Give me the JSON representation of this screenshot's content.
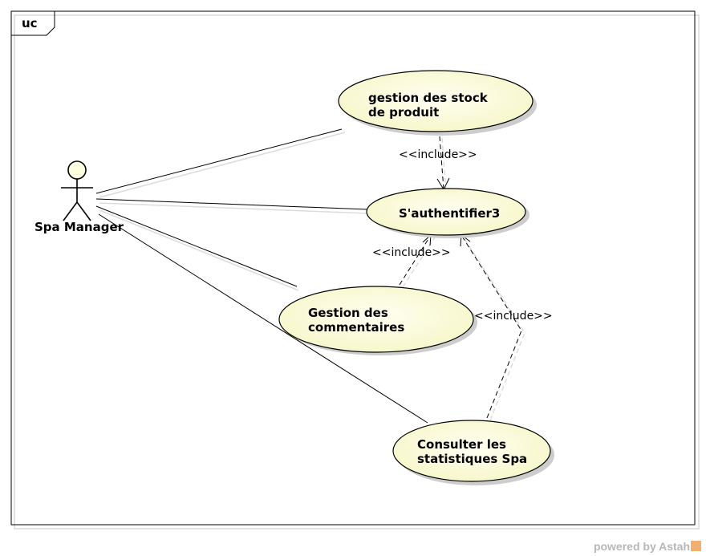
{
  "diagram": {
    "frame_label": "uc",
    "actor": {
      "name": "Spa Manager"
    },
    "use_cases": [
      {
        "id": "stock",
        "label": "gestion des stock\nde produit"
      },
      {
        "id": "auth",
        "label": "S'authentifier3"
      },
      {
        "id": "comments",
        "label": "Gestion des\ncommentaires"
      },
      {
        "id": "stats",
        "label": "Consulter les\nstatistiques Spa"
      }
    ],
    "include_label": "<<include>>",
    "relations": [
      {
        "type": "association",
        "from": "Spa Manager",
        "to": "gestion des stock de produit"
      },
      {
        "type": "association",
        "from": "Spa Manager",
        "to": "S'authentifier3"
      },
      {
        "type": "association",
        "from": "Spa Manager",
        "to": "Gestion des commentaires"
      },
      {
        "type": "association",
        "from": "Spa Manager",
        "to": "Consulter les statistiques Spa"
      },
      {
        "type": "include",
        "from": "gestion des stock de produit",
        "to": "S'authentifier3"
      },
      {
        "type": "include",
        "from": "Gestion des commentaires",
        "to": "S'authentifier3"
      },
      {
        "type": "include",
        "from": "Consulter les statistiques Spa",
        "to": "S'authentifier3"
      }
    ],
    "colors": {
      "use_case_fill": "#fdfde0",
      "stroke": "#000000",
      "shadow": "#cfcfcf"
    }
  },
  "footer": {
    "text": "powered by Astah"
  }
}
